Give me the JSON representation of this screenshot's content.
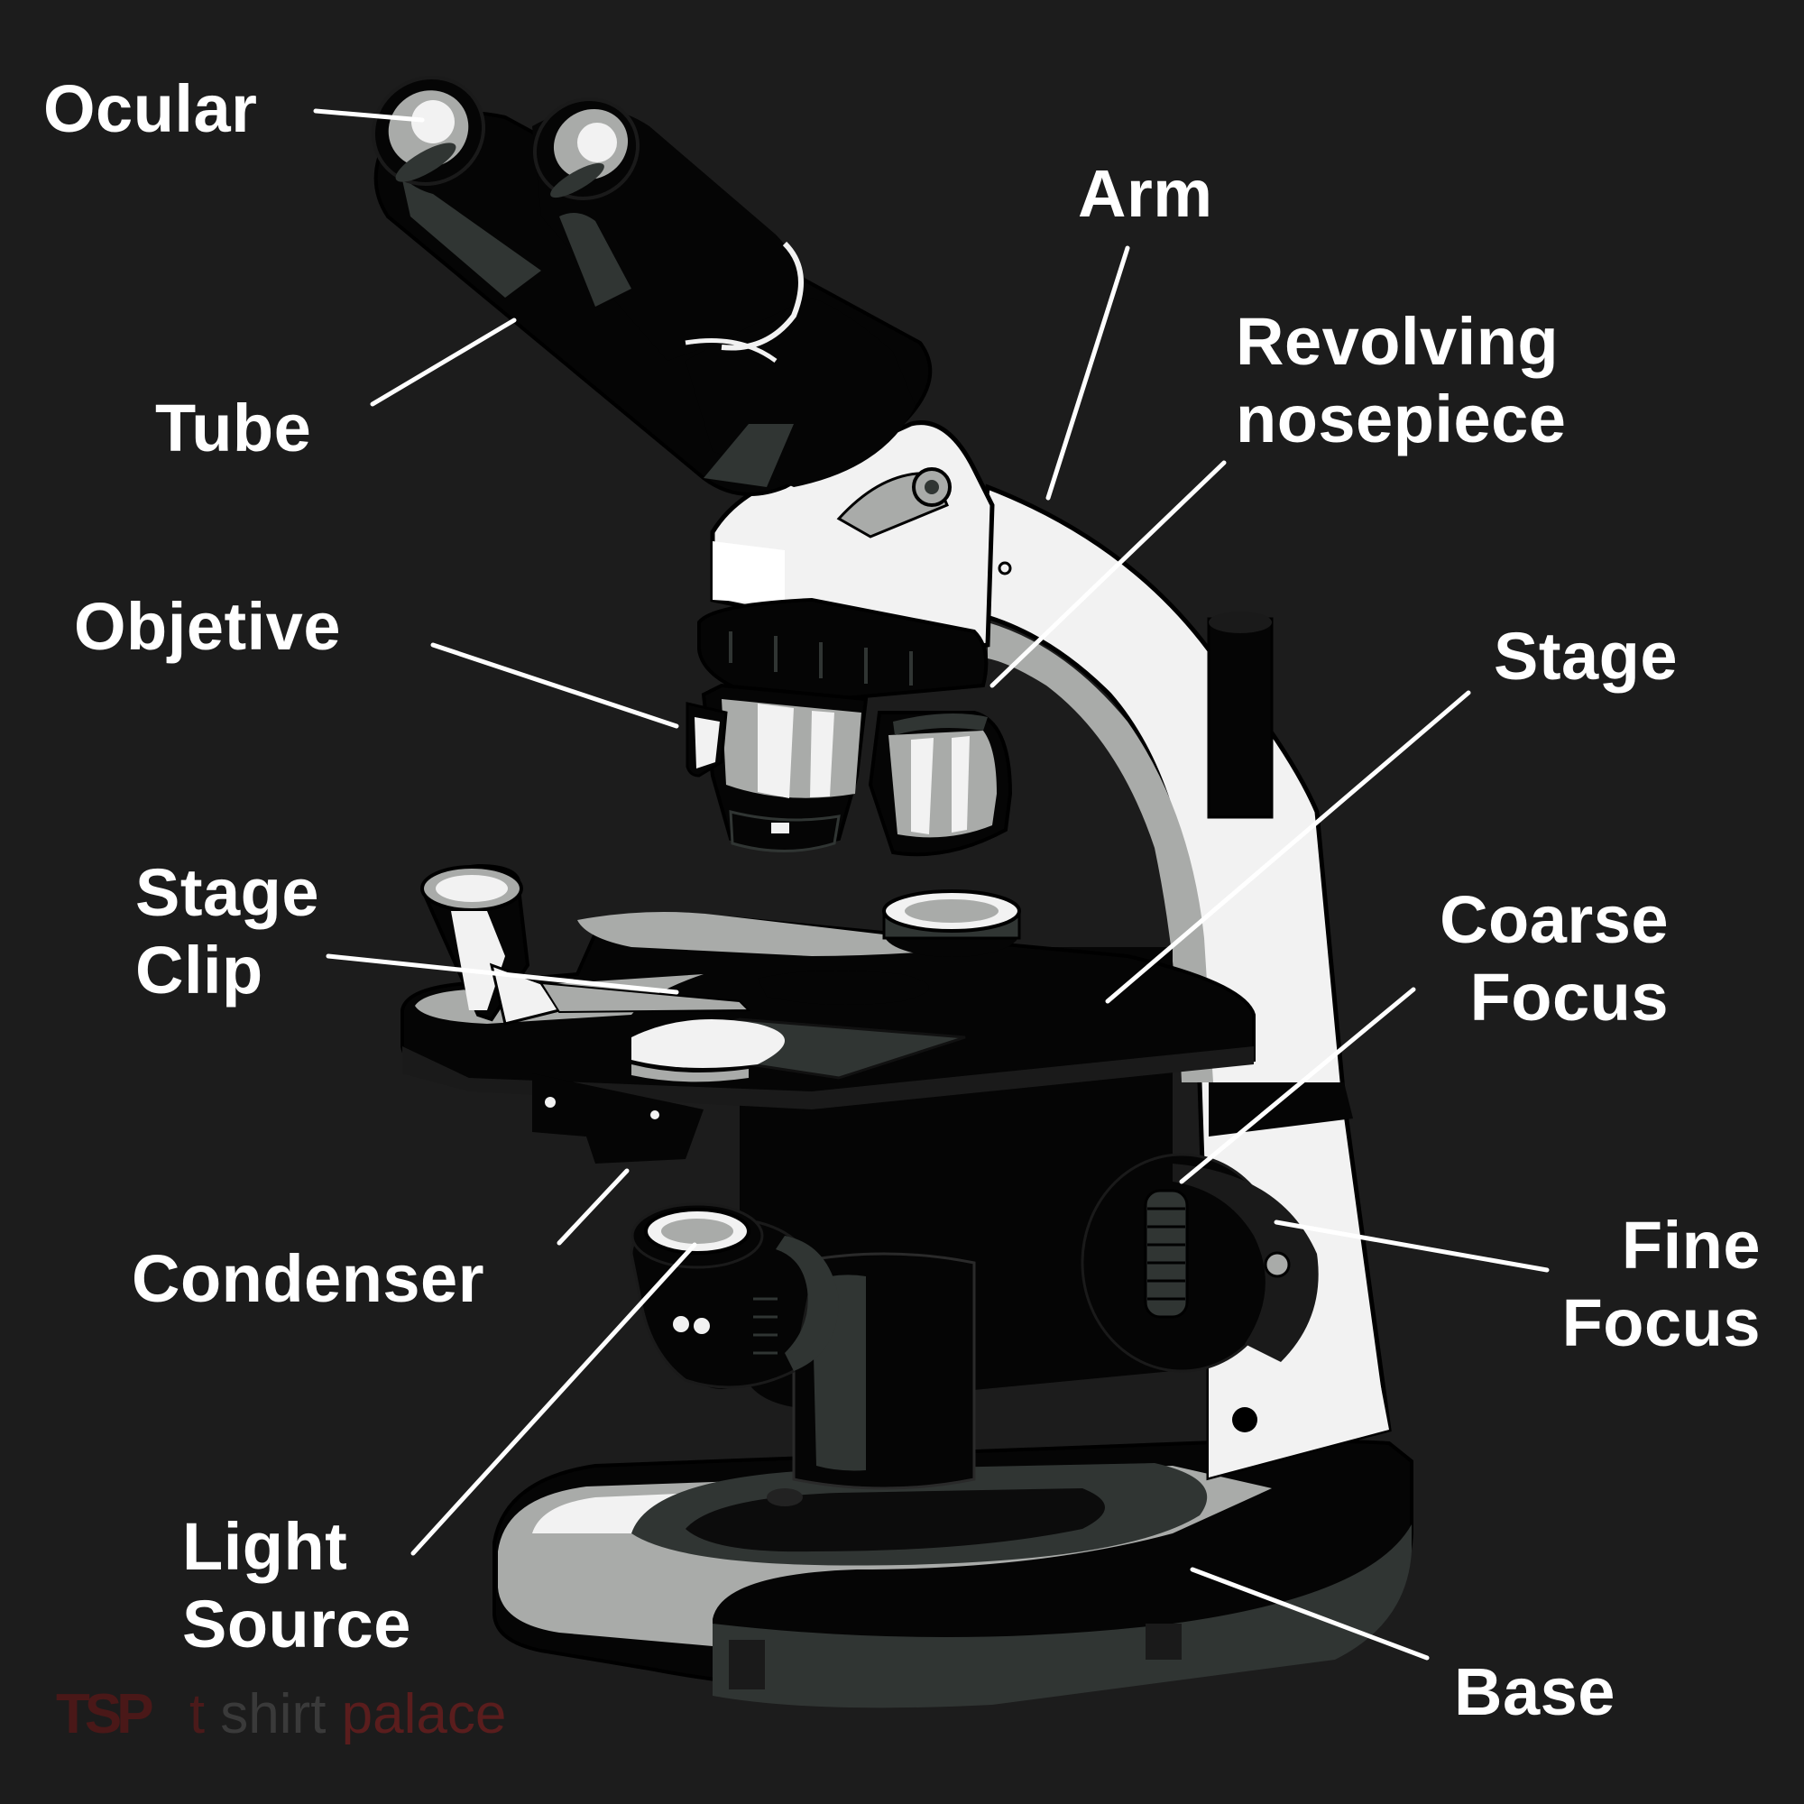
{
  "diagram": {
    "labels": {
      "ocular": [
        "Ocular"
      ],
      "tube": [
        "Tube"
      ],
      "objective": [
        "Objetive"
      ],
      "stage_clip": [
        "Stage",
        "Clip"
      ],
      "condenser": [
        "Condenser"
      ],
      "light_source": [
        "Light",
        "Source"
      ],
      "arm": [
        "Arm"
      ],
      "revolving_nosepiece": [
        "Revolving",
        "nosepiece"
      ],
      "stage": [
        "Stage"
      ],
      "coarse_focus": [
        "Coarse",
        "Focus"
      ],
      "fine_focus": [
        "Fine",
        "Focus"
      ],
      "base": [
        "Base"
      ]
    },
    "colors": {
      "background": "#1c1c1c",
      "label_text": "#ffffff",
      "leader_line": "#ffffff",
      "body_white": "#f2f2f2",
      "body_gray": "#a9aba9",
      "body_dark": "#303533",
      "body_black": "#050505"
    }
  },
  "watermark": {
    "logo": "TSP",
    "word1": "t",
    "word2": "shirt",
    "word3": "palace"
  }
}
